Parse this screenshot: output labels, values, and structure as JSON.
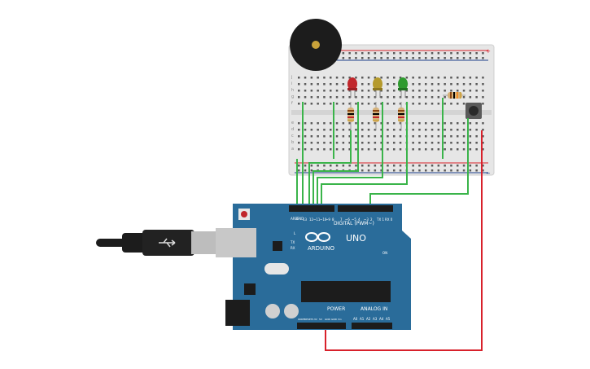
{
  "board": {
    "aref_label": "AREF",
    "gnd_label": "GND",
    "pin_labels": [
      "13",
      "12",
      "~11",
      "~10",
      "~9",
      "8",
      "7",
      "~6",
      "~5",
      "4",
      "~3",
      "2",
      "TX 1",
      "RX 0"
    ],
    "digital_label": "DIGITAL (PWM~)",
    "l_label": "L",
    "tx_label": "TX",
    "rx_label": "RX",
    "on_label": "ON",
    "brand_label": "ARDUINO",
    "model_label": "UNO",
    "power_label": "POWER",
    "analog_label": "ANALOG IN",
    "power_pins": [
      "IOREF",
      "RESET",
      "3.3V",
      "5V",
      "GND",
      "GND",
      "Vin"
    ],
    "analog_pins": [
      "A0",
      "A1",
      "A2",
      "A3",
      "A4",
      "A5"
    ]
  },
  "breadboard": {
    "row_letters_top": [
      "j",
      "i",
      "h",
      "g",
      "f"
    ],
    "row_letters_bottom": [
      "e",
      "d",
      "c",
      "b",
      "a"
    ],
    "plus": "+",
    "minus": "−"
  },
  "components": {
    "leds": [
      {
        "name": "red-led",
        "color": "#c0262b"
      },
      {
        "name": "yellow-led",
        "color": "#b59a2b"
      },
      {
        "name": "green-led",
        "color": "#2e9a2e"
      }
    ],
    "buzzer_color": "#1c1c1c",
    "wire_green": "#3ab44a",
    "wire_red": "#d8212b"
  }
}
